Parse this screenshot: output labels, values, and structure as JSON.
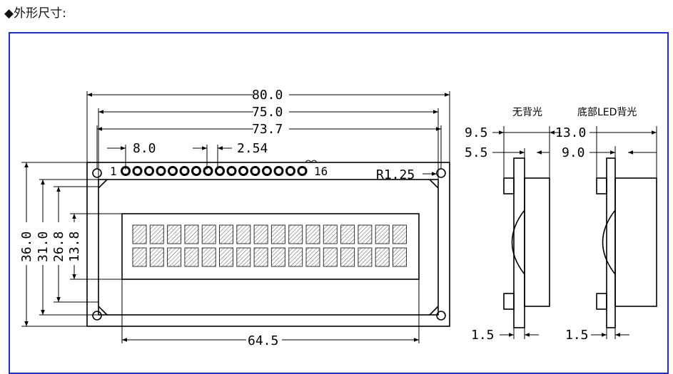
{
  "heading": "◆外形尺寸:",
  "dims": {
    "w80": "80.0",
    "w75": "75.0",
    "w73_7": "73.7",
    "p8": "8.0",
    "p2_54": "2.54",
    "r1_25": "R1.25",
    "h36": "36.0",
    "h31": "31.0",
    "h26_8": "26.8",
    "h13_8": "13.8",
    "w64_5": "64.5"
  },
  "pins": {
    "first": "1",
    "last": "16",
    "count": 16
  },
  "lcd": {
    "cols": 16,
    "rows": 2
  },
  "side_no_backlight": {
    "title": "无背光",
    "d1": "9.5",
    "d2": "5.5",
    "d3": "1.5"
  },
  "side_led_backlight": {
    "title": "底部LED背光",
    "d1": "13.0",
    "d2": "9.0",
    "d3": "1.5"
  },
  "colors": {
    "frame": "#2330b8",
    "line": "#000000",
    "pin": "#000000"
  }
}
